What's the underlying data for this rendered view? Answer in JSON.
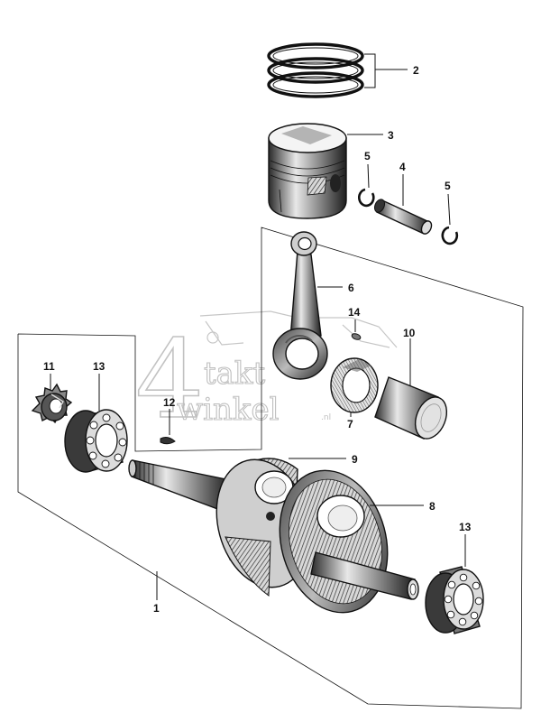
{
  "watermark": {
    "digit": "4",
    "line1": "takt",
    "line2": "winkel",
    "suffix": ".nl"
  },
  "callouts": [
    {
      "id": "c1",
      "text": "1"
    },
    {
      "id": "c2",
      "text": "2"
    },
    {
      "id": "c3",
      "text": "3"
    },
    {
      "id": "c4",
      "text": "4"
    },
    {
      "id": "c5a",
      "text": "5"
    },
    {
      "id": "c5b",
      "text": "5"
    },
    {
      "id": "c6",
      "text": "6"
    },
    {
      "id": "c7",
      "text": "7"
    },
    {
      "id": "c8",
      "text": "8"
    },
    {
      "id": "c9",
      "text": "9"
    },
    {
      "id": "c10",
      "text": "10"
    },
    {
      "id": "c11",
      "text": "11"
    },
    {
      "id": "c12",
      "text": "12"
    },
    {
      "id": "c13a",
      "text": "13"
    },
    {
      "id": "c13b",
      "text": "13"
    },
    {
      "id": "c14",
      "text": "14"
    }
  ],
  "colors": {
    "ink": "#111111",
    "watermark": "#b5b5b5",
    "background": "#ffffff"
  }
}
